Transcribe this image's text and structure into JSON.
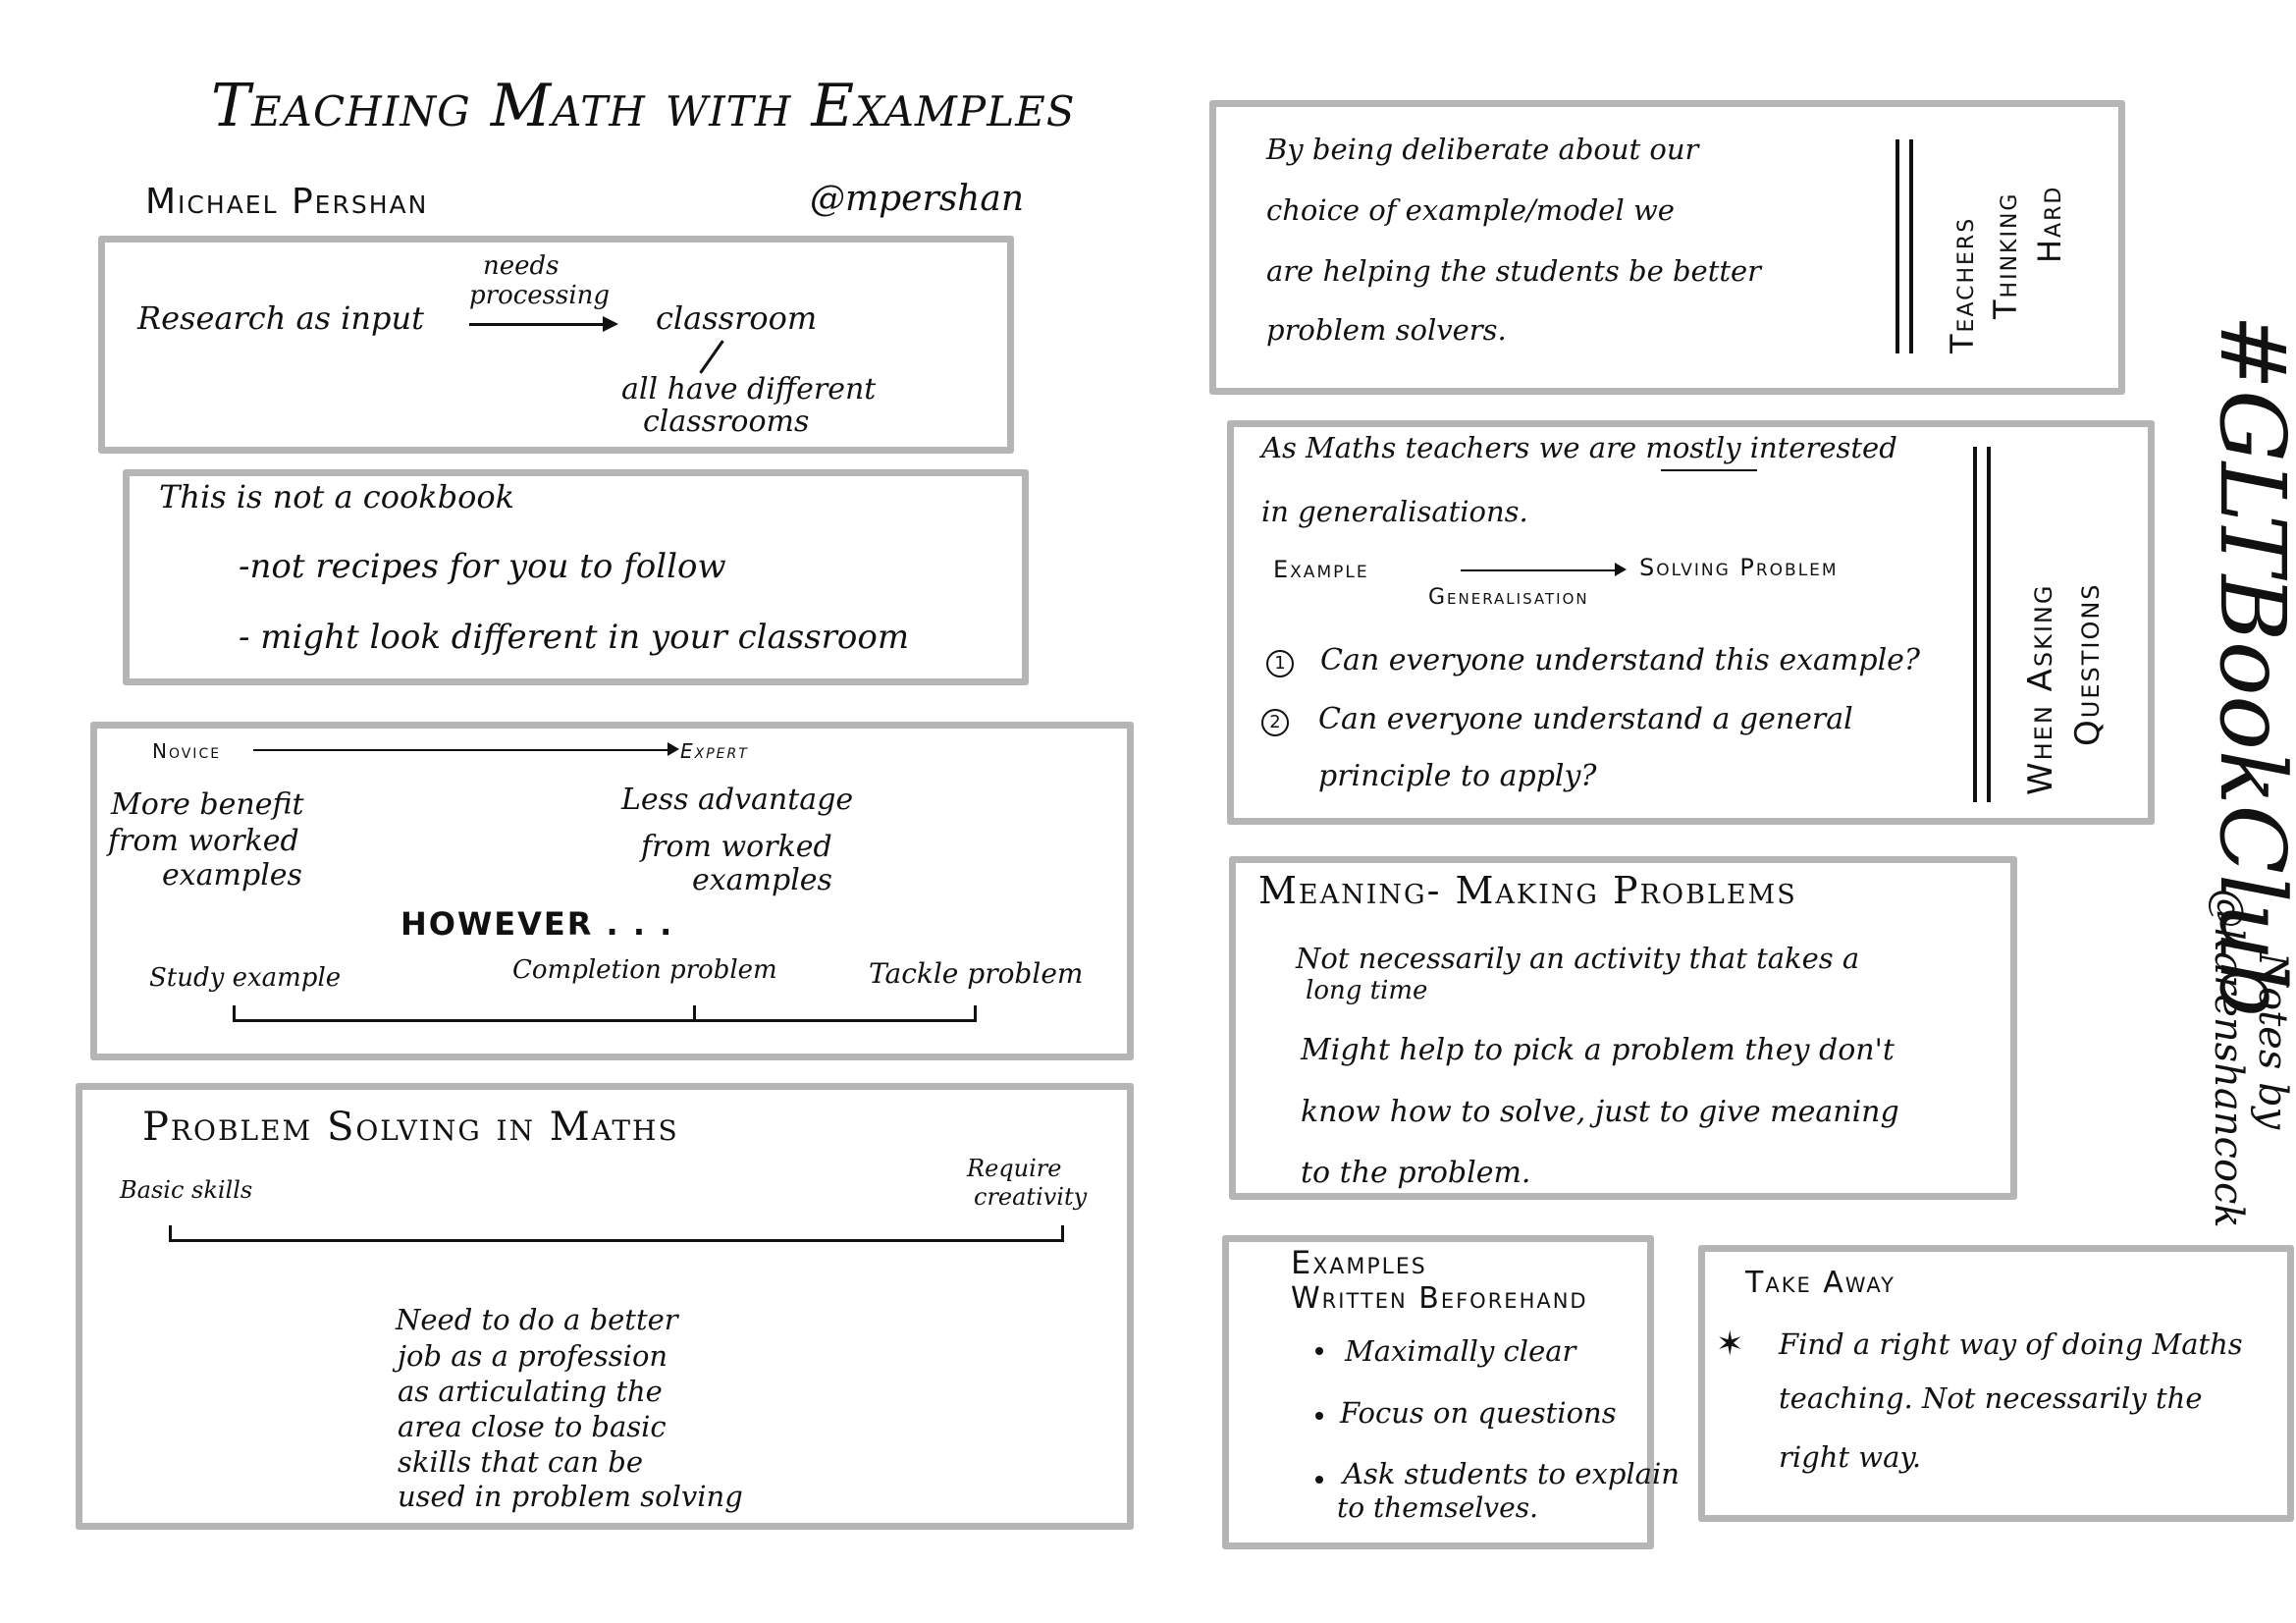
{
  "title": "Teaching Math with Examples",
  "author": "Michael Pershan",
  "handle": "@mpershan",
  "research": {
    "left": "Research as input",
    "arrow_label_1": "needs",
    "arrow_label_2": "processing",
    "right": "classroom",
    "note_1": "all have different",
    "note_2": "classrooms"
  },
  "cookbook": {
    "heading": "This is not a cookbook",
    "line_1": "-not recipes for you to follow",
    "line_2": "- might look different in your classroom"
  },
  "expertise": {
    "novice": "Novice",
    "expert": "Expert",
    "left_1": "More benefit",
    "left_2": "from worked",
    "left_3": "examples",
    "right_1": "Less advantage",
    "right_2": "from worked",
    "right_3": "examples",
    "however": "HOWEVER . . .",
    "scale_1": "Study example",
    "scale_2": "Completion problem",
    "scale_3": "Tackle problem"
  },
  "problem_solving": {
    "heading": "Problem Solving in Maths",
    "left": "Basic skills",
    "right_1": "Require",
    "right_2": "creativity",
    "note_1": "Need to do a better",
    "note_2": "job as a profession",
    "note_3": "as articulating the",
    "note_4": "area close to basic",
    "note_5": "skills that can be",
    "note_6": "used in problem solving"
  },
  "deliberate": {
    "line_1": "By being deliberate about our",
    "line_2": "choice of example/model we",
    "line_3": "are helping the students be better",
    "line_4": "problem solvers.",
    "side_1": "Teachers",
    "side_2": "Thinking",
    "side_3": "Hard"
  },
  "generalisation": {
    "line_1": "As Maths teachers we are mostly interested",
    "line_2": "in generalisations.",
    "from": "Example",
    "arrow_label": "Generalisation",
    "to": "Solving Problem",
    "q1_num": "1",
    "q1": "Can everyone understand this example?",
    "q2_num": "2",
    "q2_1": "Can everyone understand a general",
    "q2_2": "principle to apply?",
    "side_1": "When Asking",
    "side_2": "Questions"
  },
  "meaning": {
    "heading": "Meaning- Making Problems",
    "line_1": "Not necessarily an activity that takes a",
    "line_2": "long time",
    "line_3": "Might help to pick a problem they don't",
    "line_4": "know how to solve, just to give meaning",
    "line_5": "to the problem."
  },
  "examples": {
    "heading_1": "Examples",
    "heading_2": "Written Beforehand",
    "bullets": [
      "Maximally clear",
      "Focus on questions",
      "Ask students to explain",
      "to themselves."
    ]
  },
  "takeaway": {
    "heading": "Take Away",
    "star": "✶",
    "line_1": "Find a right way of doing Maths",
    "line_2": "teaching. Not necessarily the",
    "line_3": "right way."
  },
  "sidebar": {
    "hashtag": "#GLTBookClub",
    "notes_1": "Notes by",
    "notes_2": "@karenshancock"
  }
}
